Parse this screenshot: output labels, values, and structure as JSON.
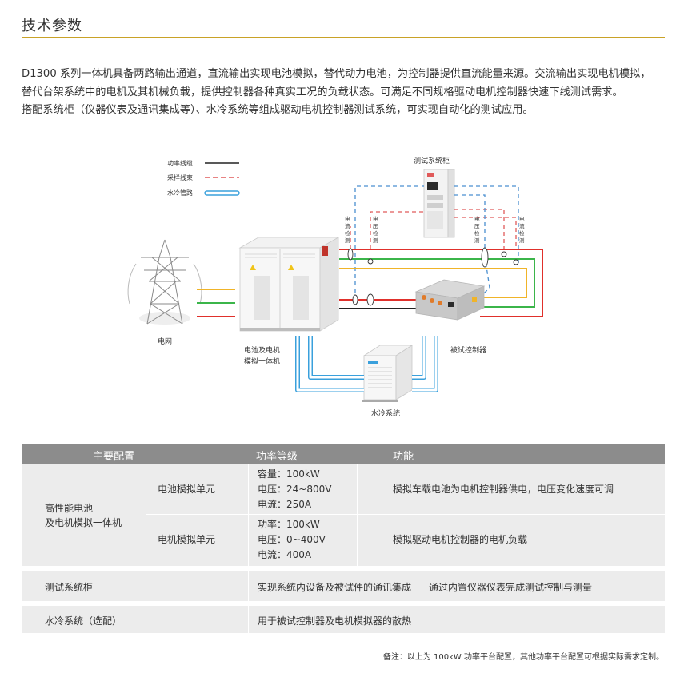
{
  "section_title": "技术参数",
  "intro": [
    "D1300 系列一体机具备两路输出通道，直流输出实现电池模拟，替代动力电池，为控制器提供直流能量来源。交流输出实现电机模拟，",
    "替代台架系统中的电机及其机械负载，提供控制器各种真实工况的负载状态。可满足不同规格驱动电机控制器快速下线测试需求。",
    "搭配系统柜（仪器仪表及通讯集成等）、水冷系统等组成驱动电机控制器测试系统，可实现自动化的测试应用。"
  ],
  "diagram": {
    "legend": [
      {
        "label": "功率线缆",
        "color": "#222222",
        "style": "solid"
      },
      {
        "label": "采样线束",
        "color": "#e05a5a",
        "style": "dashed"
      },
      {
        "label": "水冷管路",
        "color": "#3aa0dc",
        "style": "double"
      }
    ],
    "labels": {
      "grid": "电网",
      "simulator": [
        "电池及电机",
        "模拟一体机"
      ],
      "test_cabinet": "测试系统柜",
      "controller": "被试控制器",
      "cooling": "水冷系统",
      "current_detect": [
        "电",
        "流",
        "检",
        "测"
      ],
      "voltage_detect": [
        "电",
        "压",
        "检",
        "测"
      ]
    },
    "colors": {
      "phase_yellow": "#f0b429",
      "phase_green": "#3bb54a",
      "phase_red": "#e0302b",
      "water": "#3aa0dc",
      "sample": "#e05a5a",
      "signal_blue": "#4a8fd0"
    }
  },
  "table": {
    "headers": [
      "主要配置",
      "功率等级",
      "功能"
    ],
    "main_group": [
      "高性能电池",
      "及电机模拟一体机"
    ],
    "rows": [
      {
        "sub": "电池模拟单元",
        "power": [
          "容量：100kW",
          "电压：24~800V",
          "电流：250A"
        ],
        "function": "模拟车载电池为电机控制器供电，电压变化速度可调"
      },
      {
        "sub": "电机模拟单元",
        "power": [
          "功率：100kW",
          "电压：0~400V",
          "电流：400A"
        ],
        "function": "模拟驱动电机控制器的电机负载"
      }
    ],
    "cabinet_row": {
      "name": "测试系统柜",
      "text1": "实现系统内设备及被试件的通讯集成",
      "text2": "通过内置仪器仪表完成测试控制与测量"
    },
    "cooling_row": {
      "name": "水冷系统（选配）",
      "text": "用于被试控制器及电机模拟器的散热"
    }
  },
  "footnote": "备注：以上为 100kW 功率平台配置，其他功率平台配置可根据实际需求定制。"
}
